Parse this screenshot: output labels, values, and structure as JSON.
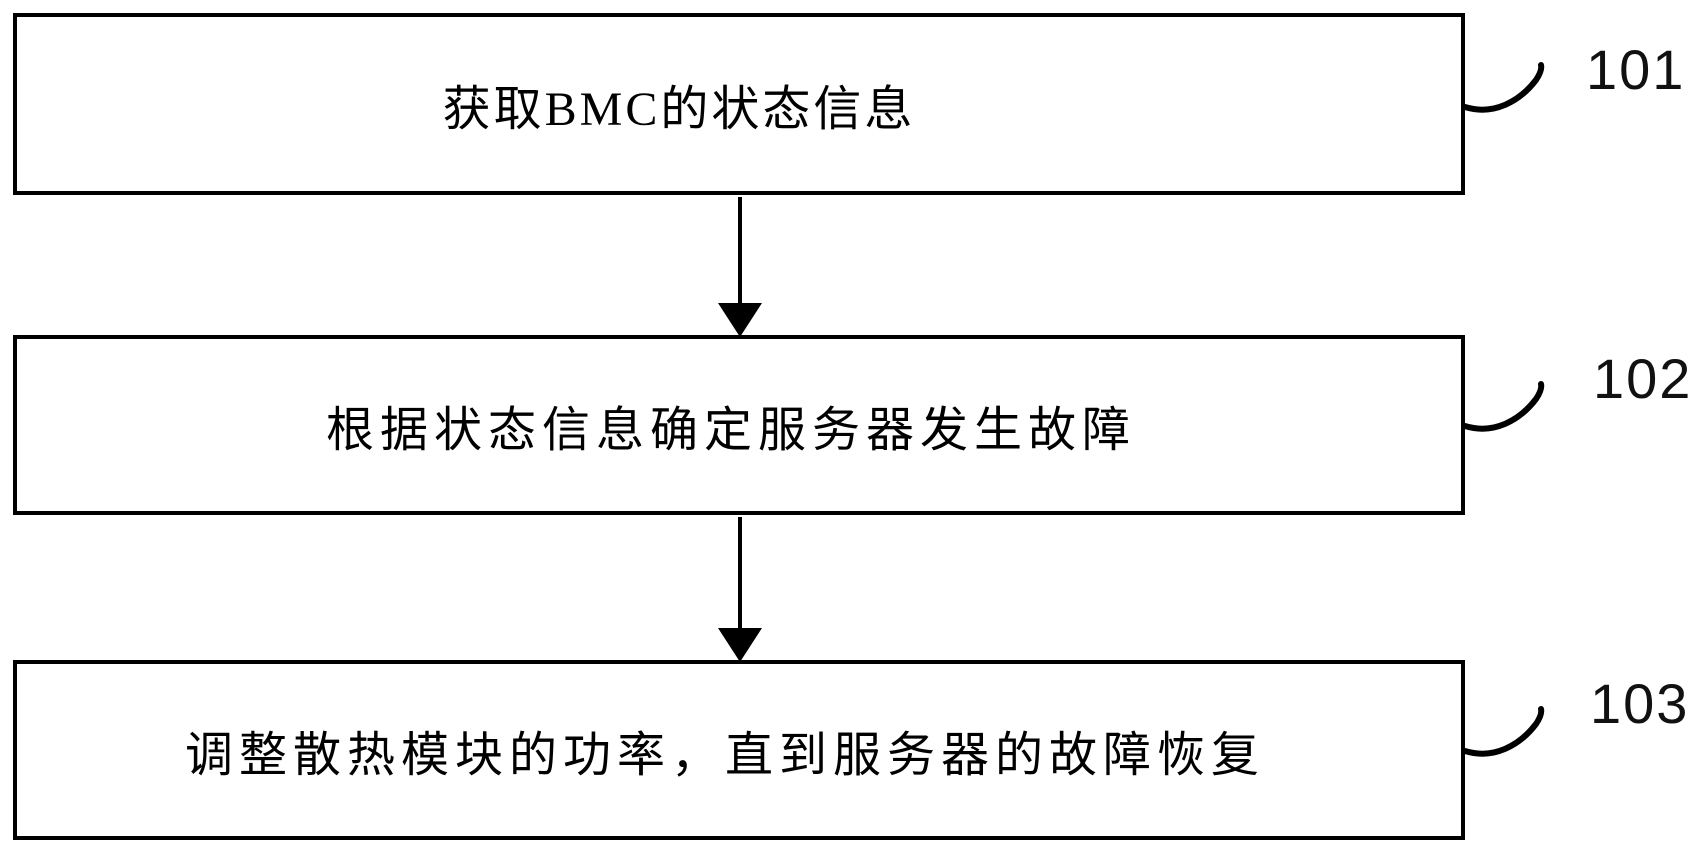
{
  "diagram": {
    "type": "flowchart",
    "steps": [
      {
        "ref": "101",
        "text": "获取BMC的状态信息"
      },
      {
        "ref": "102",
        "text": "根据状态信息确定服务器发生故障"
      },
      {
        "ref": "103",
        "text": "调整散热模块的功率，直到服务器的故障恢复"
      }
    ],
    "connectors": [
      {
        "from": "step-101",
        "to": "step-102",
        "style": "arrow-down"
      },
      {
        "from": "step-102",
        "to": "step-103",
        "style": "arrow-down"
      }
    ]
  },
  "colors": {
    "ink": "#000000",
    "paper": "#ffffff"
  }
}
